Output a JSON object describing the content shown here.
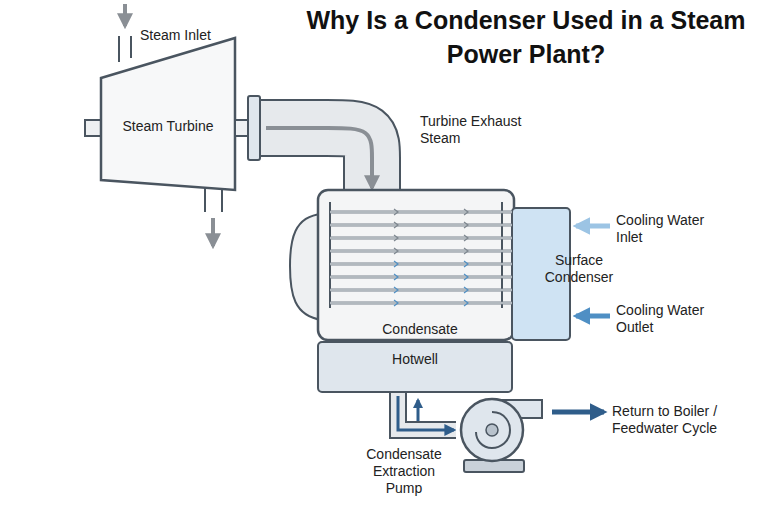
{
  "diagram": {
    "title": "Why Is a Condenser Used in a Steam Power Plant?",
    "nodes": [
      {
        "text": [
          "Steam Turbine"
        ]
      },
      {
        "text": [
          "Surface Condenser"
        ]
      },
      {
        "text": [
          "Hotwell"
        ]
      },
      {
        "text": [
          "Condensate Extraction Pump"
        ]
      }
    ],
    "edges": [
      {
        "from": 0,
        "to": 1,
        "arrow": "to",
        "label": "Turbine Exhaust Steam"
      },
      {
        "from": 2,
        "to": 3,
        "arrow": "to"
      }
    ],
    "labels": [
      "Steam Inlet",
      "Cooling Water Inlet",
      "Cooling Water Outlet",
      "Condensate",
      "Return to Boiler / Feedwater Cycle"
    ]
  }
}
